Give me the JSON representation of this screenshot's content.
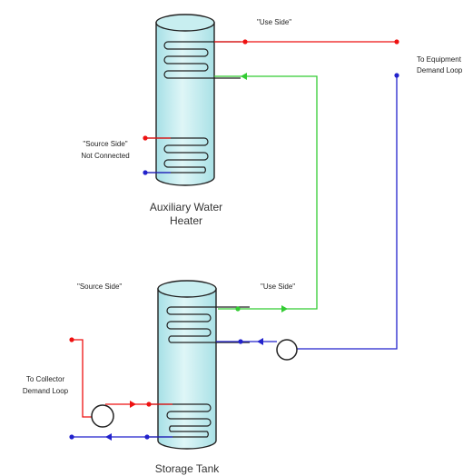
{
  "labels": {
    "use_side_top": "\"Use Side\"",
    "source_side_top_line1": "\"Source Side\"",
    "source_side_top_line2": "Not Connected",
    "aux_heater_line1": "Auxiliary Water",
    "aux_heater_line2": "Heater",
    "equipment_line1": "To Equipment",
    "equipment_line2": "Demand Loop",
    "source_side_bottom": "\"Source Side\"",
    "use_side_bottom": "\"Use Side\"",
    "collector_line1": "To Collector",
    "collector_line2": "Demand Loop",
    "storage_tank": "Storage Tank"
  },
  "colors": {
    "hot": "#ee1111",
    "cold": "#2222cc",
    "link": "#33cc33",
    "tank_fill": "#c8eef0",
    "outline": "#222222"
  }
}
